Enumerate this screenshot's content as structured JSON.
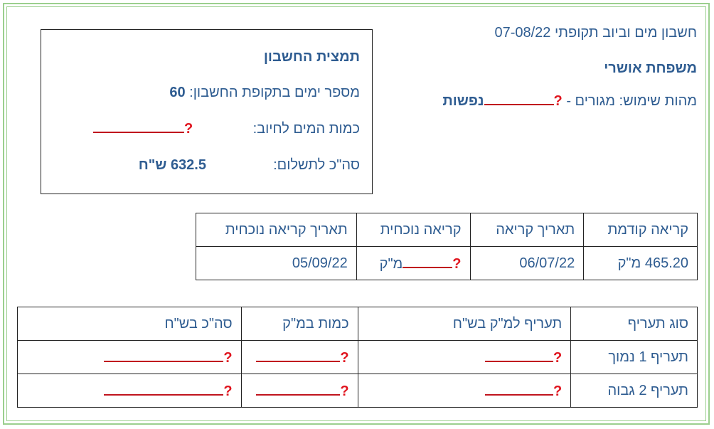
{
  "header": {
    "bill_title": "חשבון מים וביוב תקופתי 07-08/22",
    "family": "משפחת אושרי",
    "usage_label": "מהות שימוש: מגורים -",
    "usage_q": "?",
    "usage_suffix": "נפשות"
  },
  "summary": {
    "title": "תמצית החשבון",
    "days_label": "מספר ימים בתקופת החשבון:",
    "days_value": "60",
    "water_label": "כמות המים לחיוב:",
    "water_q": "?",
    "total_label": "סה\"כ לתשלום:",
    "total_value": "632.5 ש\"ח"
  },
  "readings_table": {
    "headers": [
      "קריאה קודמת",
      "תאריך קריאה",
      "קריאה נוכחית",
      "תאריך קריאה נוכחית"
    ],
    "row": {
      "prev_reading": "465.20 מ\"ק",
      "read_date": "06/07/22",
      "current_q": "?",
      "current_unit": "מ\"ק",
      "current_date": "05/09/22"
    }
  },
  "tariff_table": {
    "headers": [
      "סוג תעריף",
      "תעריף למ\"ק בש\"ח",
      "כמות במ\"ק",
      "סה\"כ בש\"ח"
    ],
    "rows": [
      {
        "type": "תעריף 1 נמוך",
        "q1": "?",
        "q2": "?",
        "q3": "?"
      },
      {
        "type": "תעריף 2 גבוה",
        "q1": "?",
        "q2": "?",
        "q3": "?"
      }
    ]
  }
}
